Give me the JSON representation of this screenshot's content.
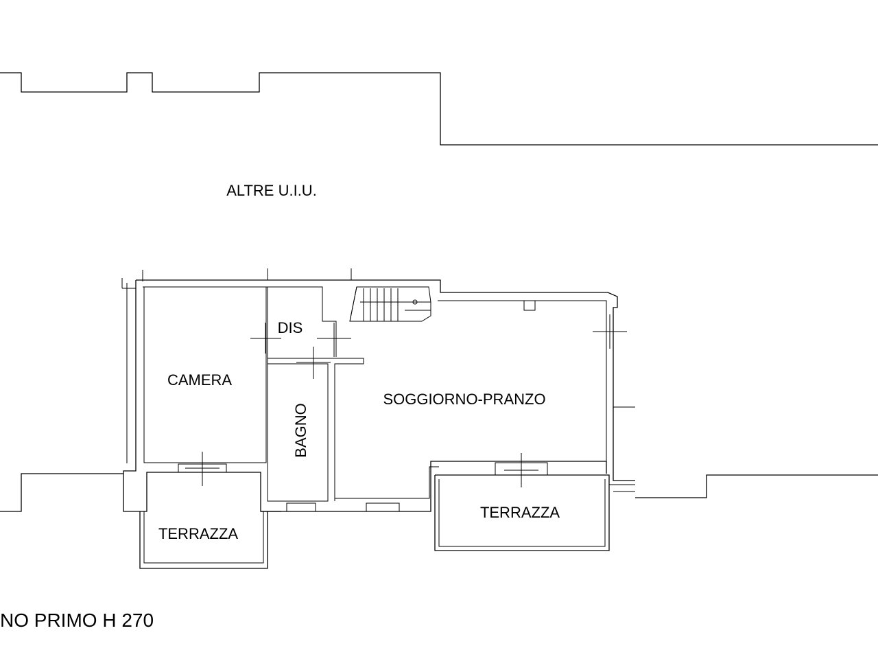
{
  "labels": {
    "other_units": "ALTRE U.I.U.",
    "bedroom": "CAMERA",
    "hall": "DIS",
    "bathroom": "BAGNO",
    "living": "SOGGIORNO-PRANZO",
    "terrace_left": "TERRAZZA",
    "terrace_right": "TERRAZZA",
    "floor_caption": "NO PRIMO H 270"
  },
  "colors": {
    "line": "#000000",
    "background": "#ffffff"
  }
}
